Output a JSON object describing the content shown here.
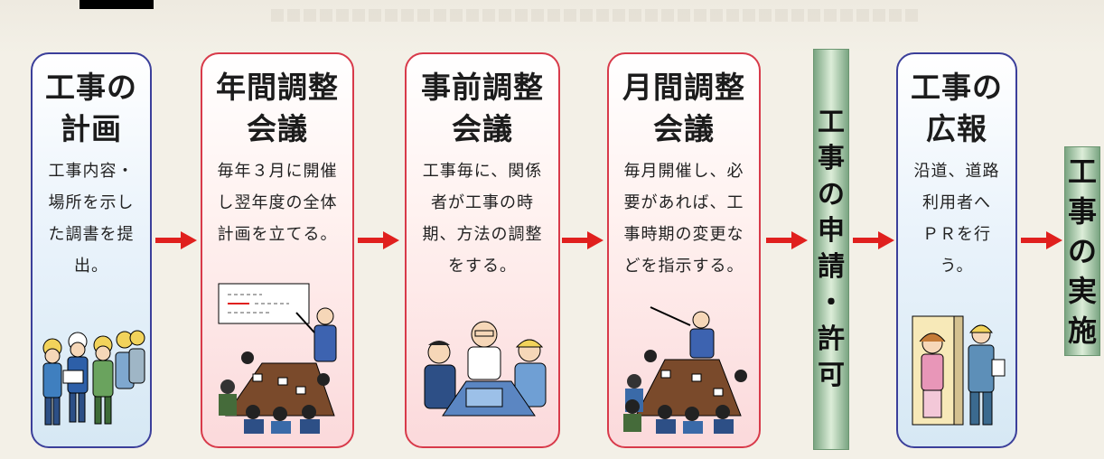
{
  "steps": [
    {
      "title": "工事の\n計画",
      "text": "工事内容・\n場所を示し\nた調書を提\n出。"
    },
    {
      "title": "年間調整\n会議",
      "text": "毎年３月に開催\nし翌年度の全体\n計画を立てる。"
    },
    {
      "title": "事前調整\n会議",
      "text": "工事毎に、関係\n者が工事の時\n期、方法の調整\nをする。"
    },
    {
      "title": "月間調整\n会議",
      "text": "毎月開催し、必\n要があれば、工\n事時期の変更な\nどを指示する。"
    }
  ],
  "approval_bar": "工事の申請・許可",
  "publicity": {
    "title": "工事の\n広報",
    "text": "沿道、道路\n利用者へ\nＰＲを行う。"
  },
  "execution_bar": "工事の実施",
  "colors": {
    "card_blue_border": "#3b3f9a",
    "card_red_border": "#d83a4a",
    "arrow": "#e0201e",
    "bar_green": "#7aa582"
  }
}
